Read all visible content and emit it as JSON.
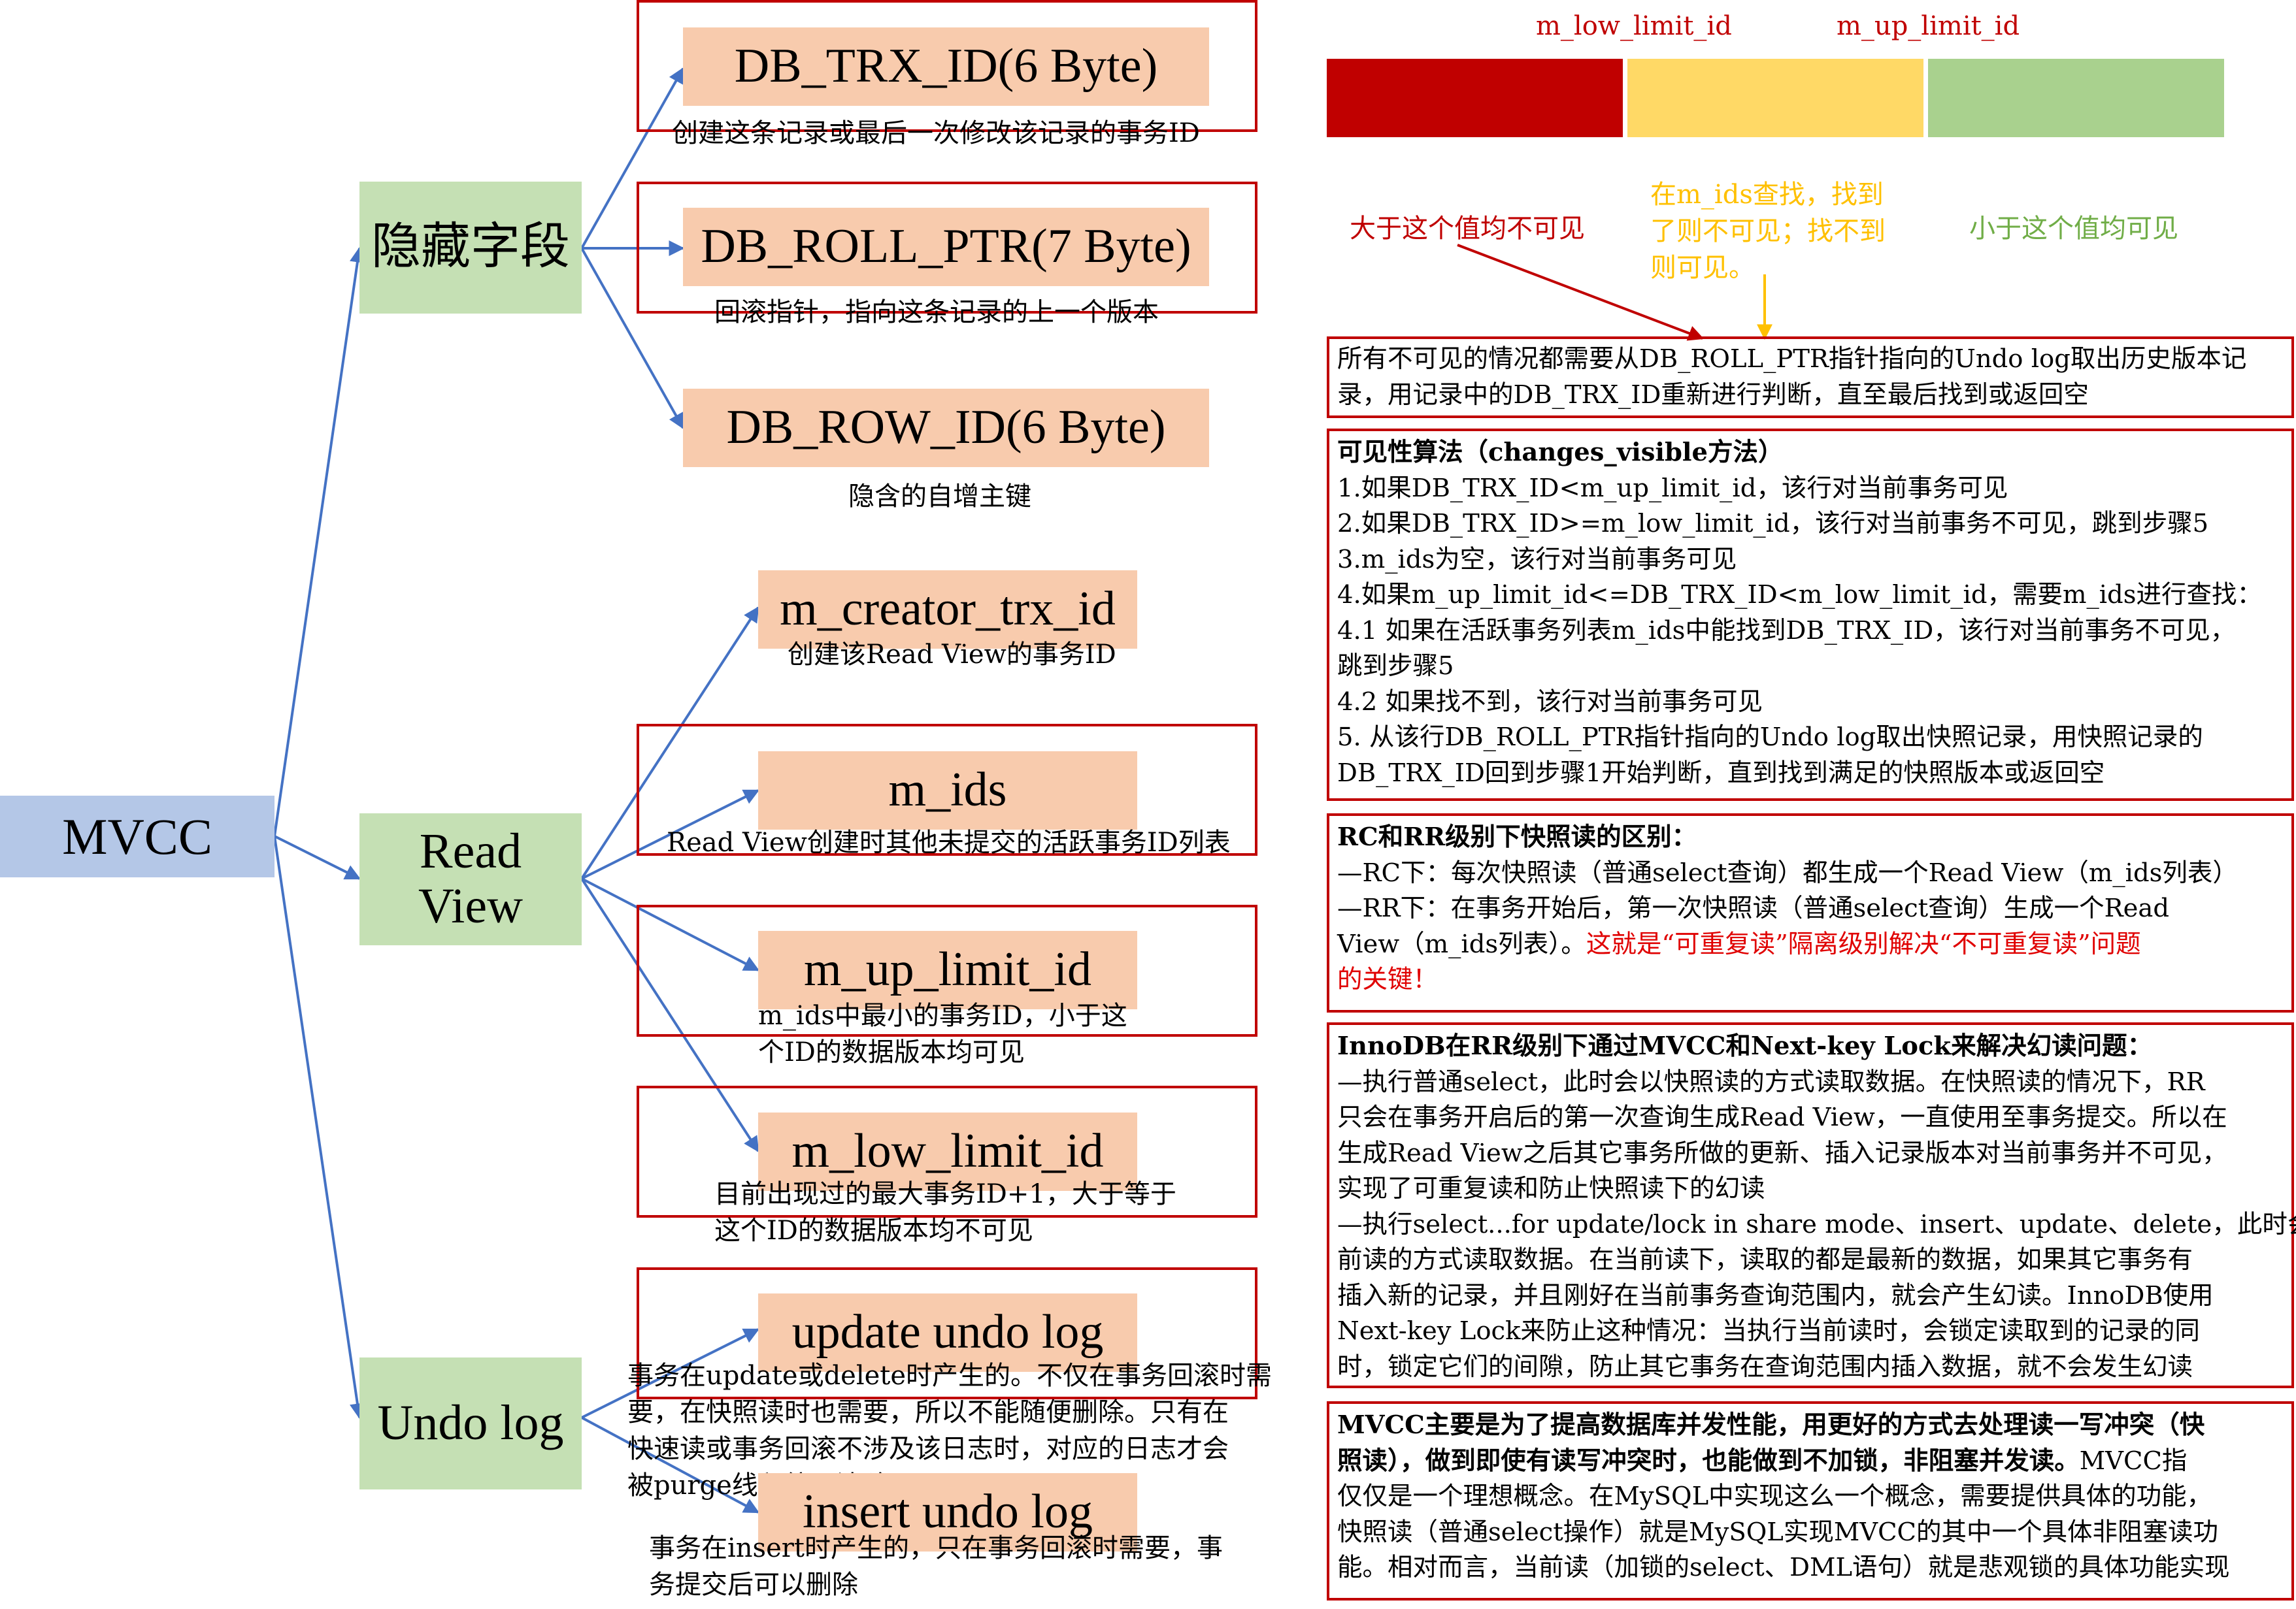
{
  "root": "MVCC",
  "groups": {
    "hidden": "隐藏字段",
    "readview": "Read View",
    "undo": "Undo log"
  },
  "hidden_fields": [
    {
      "name": "DB_TRX_ID(6 Byte)",
      "desc": "创建这条记录或最后一次修改该记录的事务ID"
    },
    {
      "name": "DB_ROLL_PTR(7 Byte)",
      "desc": "回滚指针，指向这条记录的上一个版本"
    },
    {
      "name": "DB_ROW_ID(6 Byte)",
      "desc": "隐含的自增主键"
    }
  ],
  "readview_fields": [
    {
      "name": "m_creator_trx_id",
      "desc": "创建该Read View的事务ID"
    },
    {
      "name": "m_ids",
      "desc": "Read View创建时其他未提交的活跃事务ID列表"
    },
    {
      "name": "m_up_limit_id",
      "desc": [
        "m_ids中最小的事务ID，小于这",
        "个ID的数据版本均可见"
      ]
    },
    {
      "name": "m_low_limit_id",
      "desc": [
        "目前出现过的最大事务ID+1，大于等于",
        "这个ID的数据版本均不可见"
      ]
    }
  ],
  "undo_fields": [
    {
      "name": "update undo log",
      "desc": [
        "事务在update或delete时产生的。不仅在事务回滚时需",
        "要，在快照读时也需要，所以不能随便删除。只有在",
        "快速读或事务回滚不涉及该日志时，对应的日志才会",
        "被purge线程统一清除"
      ]
    },
    {
      "name": "insert undo log",
      "desc": [
        "事务在insert时产生的，只在事务回滚时需要，事",
        "务提交后可以删除"
      ]
    }
  ],
  "timeline": {
    "label_low": "m_low_limit_id",
    "label_up": "m_up_limit_id",
    "colors": {
      "red": "#c00000",
      "yellow": "#ffd966",
      "green": "#a9d18e"
    },
    "red_text": "大于这个值均不可见",
    "yellow_text": [
      "在m_ids查找，找到",
      "了则不可见；找不到",
      "则可见。"
    ],
    "green_text": "小于这个值均可见"
  },
  "box1": [
    "所有不可见的情况都需要从DB_ROLL_PTR指针指向的Undo log取出历史版本记",
    "录，用记录中的DB_TRX_ID重新进行判断，直至最后找到或返回空"
  ],
  "box2": {
    "title": "可见性算法（changes_visible方法）",
    "lines": [
      "1.如果DB_TRX_ID<m_up_limit_id，该行对当前事务可见",
      "2.如果DB_TRX_ID>=m_low_limit_id，该行对当前事务不可见，跳到步骤5",
      "3.m_ids为空，该行对当前事务可见",
      "4.如果m_up_limit_id<=DB_TRX_ID<m_low_limit_id，需要m_ids进行查找：",
      "4.1 如果在活跃事务列表m_ids中能找到DB_TRX_ID，该行对当前事务不可见，",
      "跳到步骤5",
      "4.2 如果找不到，该行对当前事务可见",
      "5. 从该行DB_ROLL_PTR指针指向的Undo log取出快照记录，用快照记录的",
      "DB_TRX_ID回到步骤1开始判断，直到找到满足的快照版本或返回空"
    ]
  },
  "box3": {
    "title": "RC和RR级别下快照读的区别：",
    "line1": "—RC下：每次快照读（普通select查询）都生成一个Read View（m_ids列表）",
    "line2": "—RR下：在事务开始后，第一次快照读（普通select查询）生成一个Read",
    "line3_plain": "View（m_ids列表）。",
    "line3_red": "这就是“可重复读”隔离级别解决“不可重复读”问题",
    "line4_red": "的关键！"
  },
  "box4": {
    "title": "InnoDB在RR级别下通过MVCC和Next-key Lock来解决幻读问题：",
    "lines": [
      "—执行普通select，此时会以快照读的方式读取数据。在快照读的情况下，RR",
      "只会在事务开启后的第一次查询生成Read View，一直使用至事务提交。所以在",
      "生成Read View之后其它事务所做的更新、插入记录版本对当前事务并不可见，",
      "实现了可重复读和防止快照读下的幻读",
      "—执行select...for update/lock in share mode、insert、update、delete，此时会以当",
      "前读的方式读取数据。在当前读下，读取的都是最新的数据，如果其它事务有",
      "插入新的记录，并且刚好在当前事务查询范围内，就会产生幻读。InnoDB使用",
      "Next-key Lock来防止这种情况：当执行当前读时，会锁定读取到的记录的同",
      "时，锁定它们的间隙，防止其它事务在查询范围内插入数据，就不会发生幻读"
    ]
  },
  "box5": {
    "bold_lines": [
      "MVCC主要是为了提高数据库并发性能，用更好的方式去处理读一写冲突（快",
      "照读），做到即使有读写冲突时，也能做到不加锁，非阻塞并发读。"
    ],
    "bold_tail_plain": "MVCC指",
    "lines": [
      "仅仅是一个理想概念。在MySQL中实现这么一个概念，需要提供具体的功能，",
      "快照读（普通select操作）就是MySQL实现MVCC的其中一个具体非阻塞读功",
      "能。相对而言，当前读（加锁的select、DML语句）就是悲观锁的具体功能实现"
    ]
  }
}
